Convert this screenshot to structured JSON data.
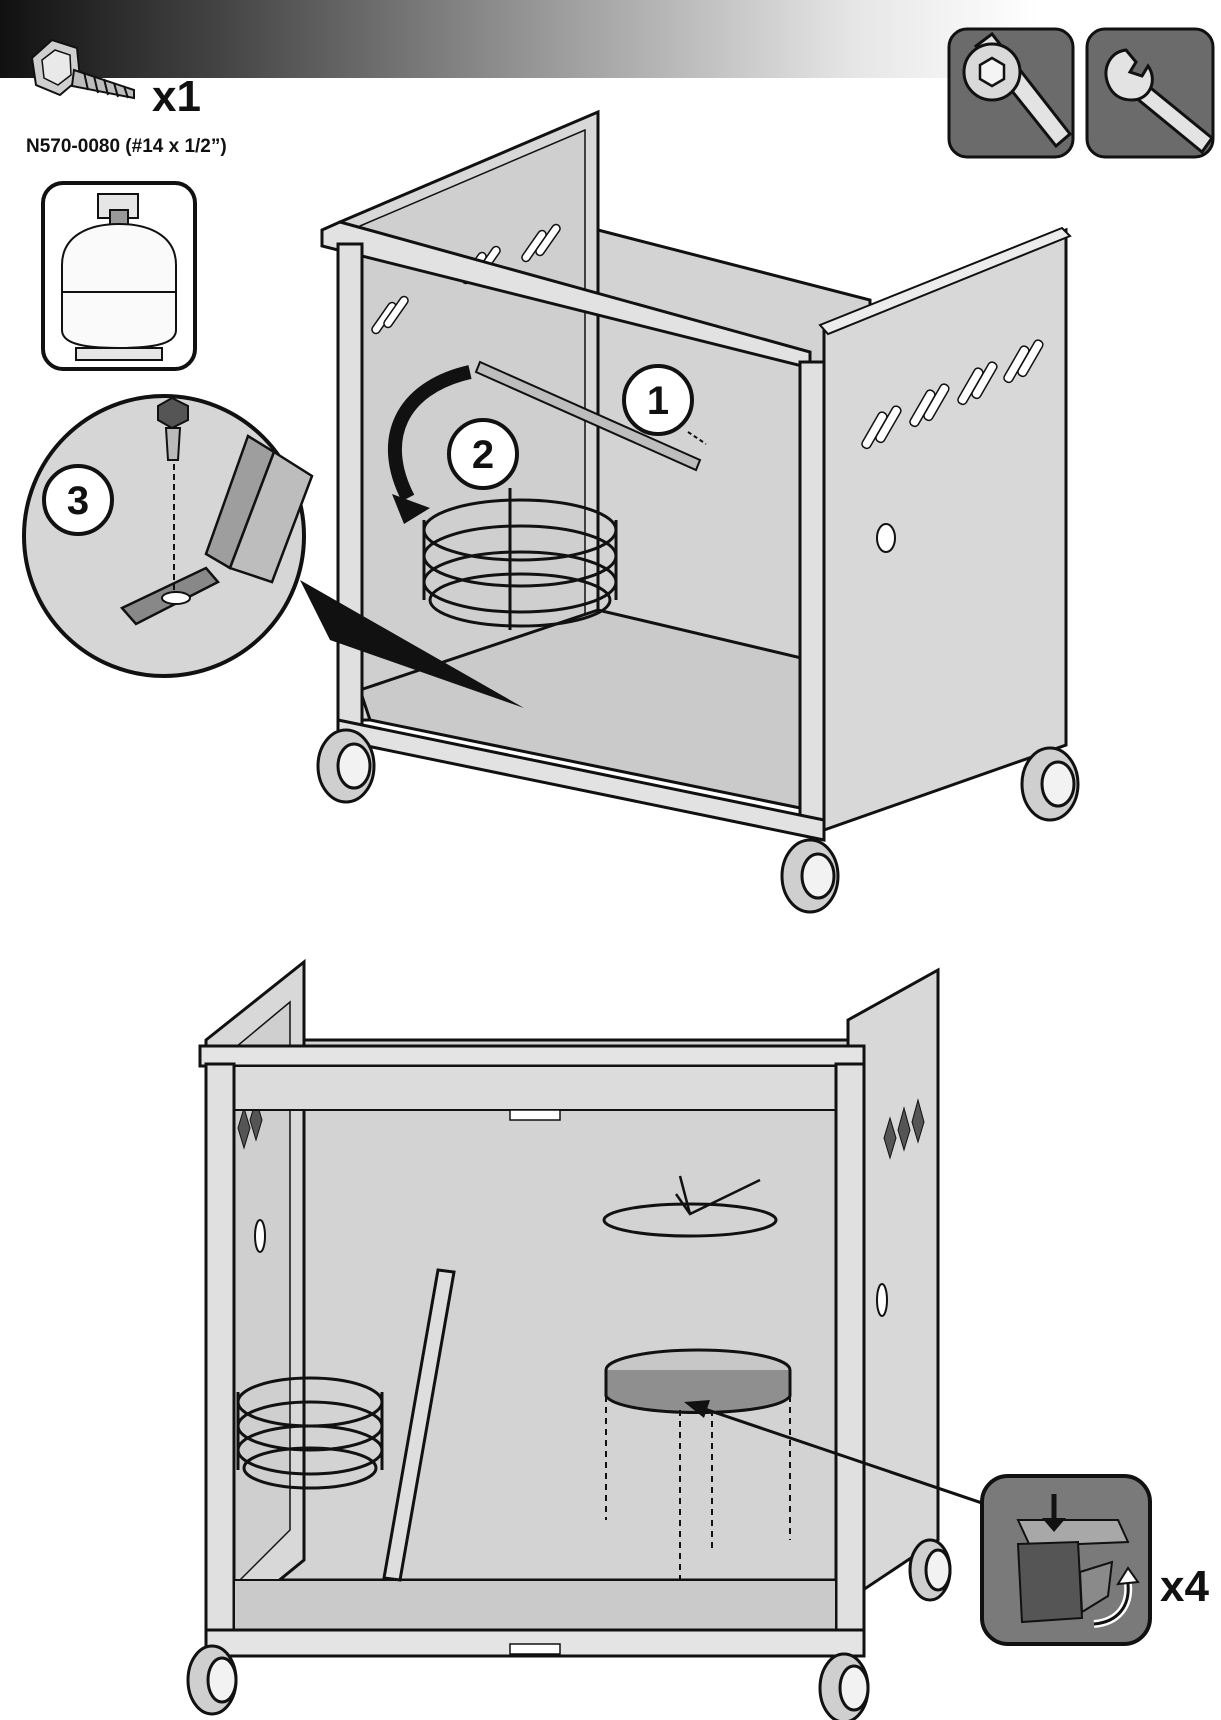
{
  "header": {
    "hardware_qty": "x1",
    "hardware_code": "N570-0080 (#14 x 1/2”)",
    "tool_icons": [
      "hex-socket-wrench-icon",
      "open-end-wrench-icon"
    ]
  },
  "steps": {
    "step1": "1",
    "step2": "2",
    "step3": "3"
  },
  "detail": {
    "qty": "x4"
  },
  "colors": {
    "panel": "#d5d5d5",
    "outline": "#111111",
    "tool_tile": "#6b6b6b"
  }
}
